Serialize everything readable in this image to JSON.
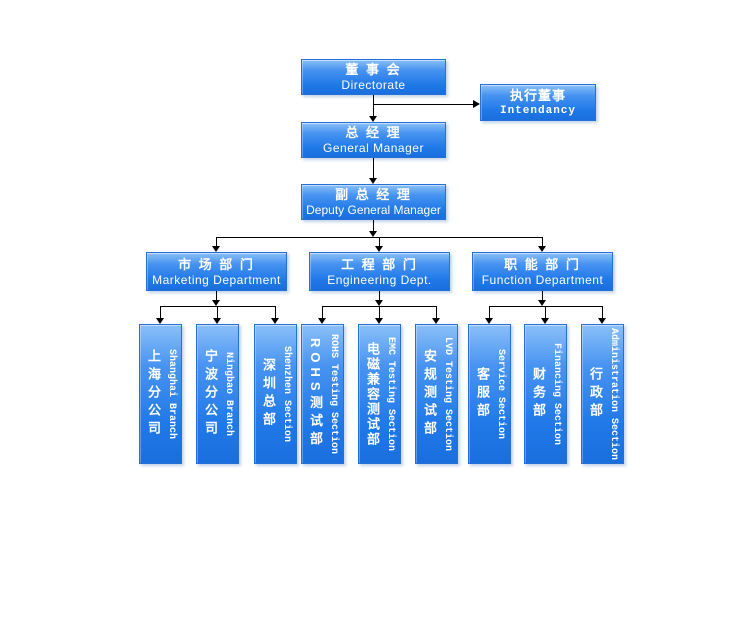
{
  "org": {
    "directorate": {
      "zh": "董 事 会",
      "en": "Directorate"
    },
    "intendancy": {
      "zh": "执行董事",
      "en": "Intendancy"
    },
    "general_manager": {
      "zh": "总 经 理",
      "en": "General Manager"
    },
    "deputy_general_manager": {
      "zh": "副 总 经 理",
      "en": "Deputy General Manager"
    },
    "departments": [
      {
        "zh": "市 场 部 门",
        "en": "Marketing Department"
      },
      {
        "zh": "工 程 部 门",
        "en": "Engineering Dept."
      },
      {
        "zh": "职 能 部 门",
        "en": "Function Department"
      }
    ],
    "units": [
      {
        "zh": "上海分公司",
        "en": "Shanghai Branch"
      },
      {
        "zh": "宁波分公司",
        "en": "Ningbao Branch"
      },
      {
        "zh": "深圳总部",
        "en": "Shenzhen Section"
      },
      {
        "zh": "ROHS测试部",
        "en": "ROHS Testing Section"
      },
      {
        "zh": "电磁兼容测试部",
        "en": "EMC Testing Section"
      },
      {
        "zh": "安规测试部",
        "en": "LVD Testing Section"
      },
      {
        "zh": "客服部",
        "en": "Service Section"
      },
      {
        "zh": "财务部",
        "en": "Financing Section"
      },
      {
        "zh": "行政部",
        "en": "Administration Section"
      }
    ],
    "colors": {
      "node_border": "#2470d6",
      "node_fill_top": "#8ac0f8",
      "node_fill_bottom": "#1a6edd",
      "node_text": "#ffffff",
      "connector": "#000000",
      "background": "#ffffff"
    }
  }
}
